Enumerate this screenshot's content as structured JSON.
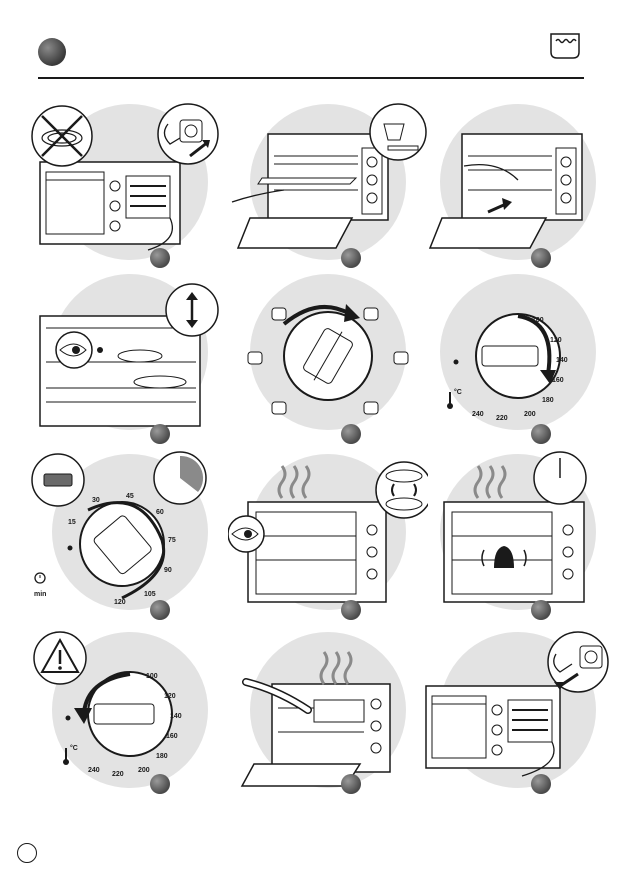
{
  "page": {
    "page_number": ""
  },
  "dial_temperature": {
    "ticks": [
      "100",
      "120",
      "140",
      "160",
      "180",
      "200",
      "220",
      "240"
    ],
    "unit": "°C"
  },
  "dial_timer": {
    "ticks": [
      "15",
      "30",
      "45",
      "60",
      "75",
      "90",
      "105",
      "120"
    ],
    "unit": "min"
  },
  "colors": {
    "disc": "#e3e3e3",
    "ink": "#1a1a1a",
    "step_dot": "#5a5a5a"
  },
  "icons": [
    "no-cord-wrap-icon",
    "plug-icon",
    "rack-height-icon",
    "eye-icon",
    "clock-icon",
    "warning-icon",
    "thermometer-icon",
    "stopwatch-icon",
    "steam-icon",
    "rotate-food-icon"
  ]
}
